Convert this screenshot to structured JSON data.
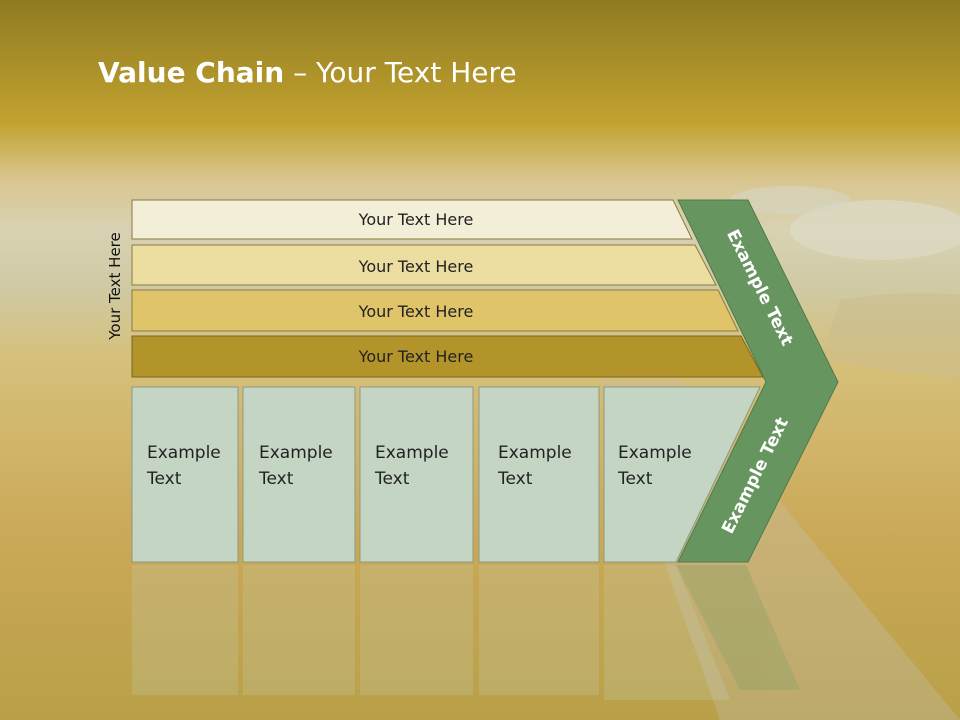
{
  "title": {
    "bold": "Value Chain",
    "rest": " – Your Text Here"
  },
  "side_label": "Your Text Here",
  "rows": [
    "Your Text Here",
    "Your Text Here",
    "Your Text Here",
    "Your Text Here"
  ],
  "boxes": [
    {
      "line1": "Example",
      "line2": "Text"
    },
    {
      "line1": "Example",
      "line2": "Text"
    },
    {
      "line1": "Example",
      "line2": "Text"
    },
    {
      "line1": "Example",
      "line2": "Text"
    },
    {
      "line1": "Example",
      "line2": "Text"
    }
  ],
  "chevron": {
    "upper": "Example Text",
    "lower": "Example Text"
  },
  "colors": {
    "row1": "#f3eed8",
    "row2": "#ecdea0",
    "row3": "#dfc46a",
    "row4": "#b2942a",
    "box": "#c4d6c3",
    "chevron": "#67955f",
    "title_band": "#9e8727"
  }
}
